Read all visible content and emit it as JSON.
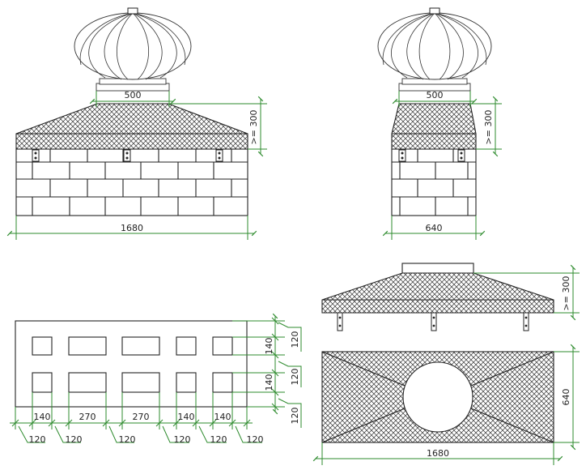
{
  "views": {
    "front": {
      "top_width": "500",
      "height": ">= 300",
      "width": "1680"
    },
    "side": {
      "top_width": "500",
      "height": ">= 300",
      "width": "640"
    },
    "plan": {
      "openings": [
        "140",
        "270",
        "270",
        "140",
        "140"
      ],
      "gaps": [
        "120",
        "120",
        "120",
        "120",
        "120",
        "120"
      ],
      "heights": [
        "140",
        "140"
      ],
      "rows": [
        "120",
        "120",
        "120"
      ]
    },
    "cap": {
      "height": ">= 300",
      "depth": "640",
      "width": "1680"
    }
  },
  "colors": {
    "dimension": "#2e8b2e",
    "line": "#222222",
    "background": "#ffffff"
  }
}
